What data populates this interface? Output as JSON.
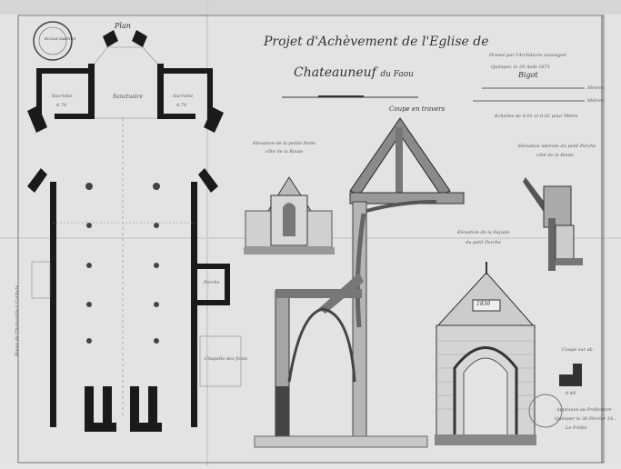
{
  "title": {
    "line1": "Projet d'Achèvement de l'Eglise de",
    "line2_main": "Chateauneuf",
    "line2_suffix": "du Faou"
  },
  "plan": {
    "heading": "Plan",
    "rooms": [
      "Sacristie",
      "Sanctuaire",
      "Sacristie"
    ],
    "room_dims": [
      "4.70",
      "4.70"
    ],
    "chapel_label": "Chapelle des fonts",
    "side_label": "Porche",
    "route_label": "Route de Chateaulin à Carhaix"
  },
  "stamp": {
    "text": "ECOLE NANTES"
  },
  "section": {
    "heading": "Coupe en travers"
  },
  "architect": {
    "signed_by": "Dressé par l'Architecte soussigné",
    "place_date": "Quimper, le 20 Août 1871",
    "signature": "Bigot"
  },
  "scales": {
    "unit": "Mètres",
    "caption": "Echelles de 0,01 et 0,02 pour Mètre"
  },
  "elevations": {
    "side_door": {
      "line1": "Elévation de la petite Porte",
      "line2": "côté de la Route"
    },
    "side_porch": {
      "line1": "Elévation latérale du petit Porche",
      "line2": "côté de la Route"
    },
    "porch_facade": {
      "line1": "Elévation de la Façade",
      "line2": "du petit Porche",
      "date_plaque": "1836"
    }
  },
  "cut": {
    "heading": "Coupe sur ab",
    "dim": "0.48"
  },
  "approval": {
    "line1": "Approuvé au Préfecture",
    "line2": "Quimper le 30 Février 18..",
    "line3": "Le Préfet"
  }
}
